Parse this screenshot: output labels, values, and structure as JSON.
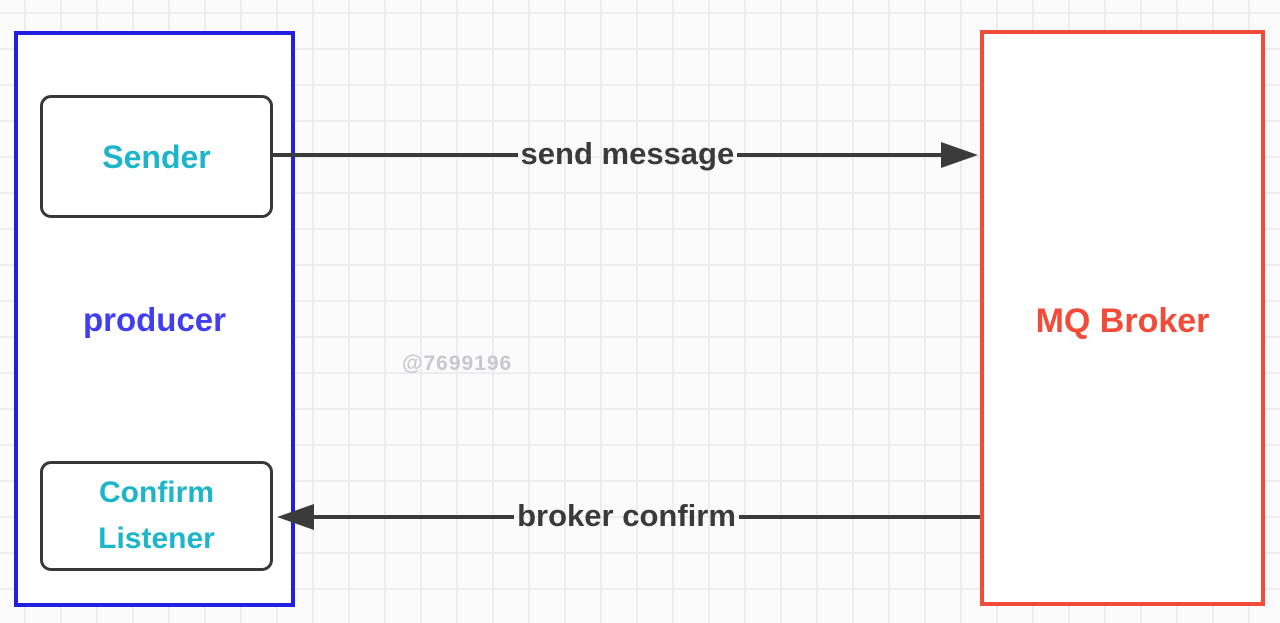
{
  "canvas": {
    "watermark": "@7699196",
    "background_color": "#fbfbfc",
    "grid_line_color": "#ededf0"
  },
  "nodes": {
    "producer_group": {
      "label": "producer",
      "border_color": "#2120e1",
      "label_color": "#413ef0"
    },
    "sender": {
      "label": "Sender",
      "text_color": "#1cb5c9",
      "border_color": "#383838"
    },
    "confirm_listener": {
      "label": "Confirm\nListener",
      "text_color": "#1cb5c9",
      "border_color": "#383838"
    },
    "mq_broker": {
      "label": "MQ Broker",
      "color": "#f24b3a"
    }
  },
  "edges": {
    "send_message": {
      "label": "send message",
      "direction": "right",
      "color": "#3b3b3b"
    },
    "broker_confirm": {
      "label": "broker confirm",
      "direction": "left",
      "color": "#3b3b3b"
    }
  }
}
